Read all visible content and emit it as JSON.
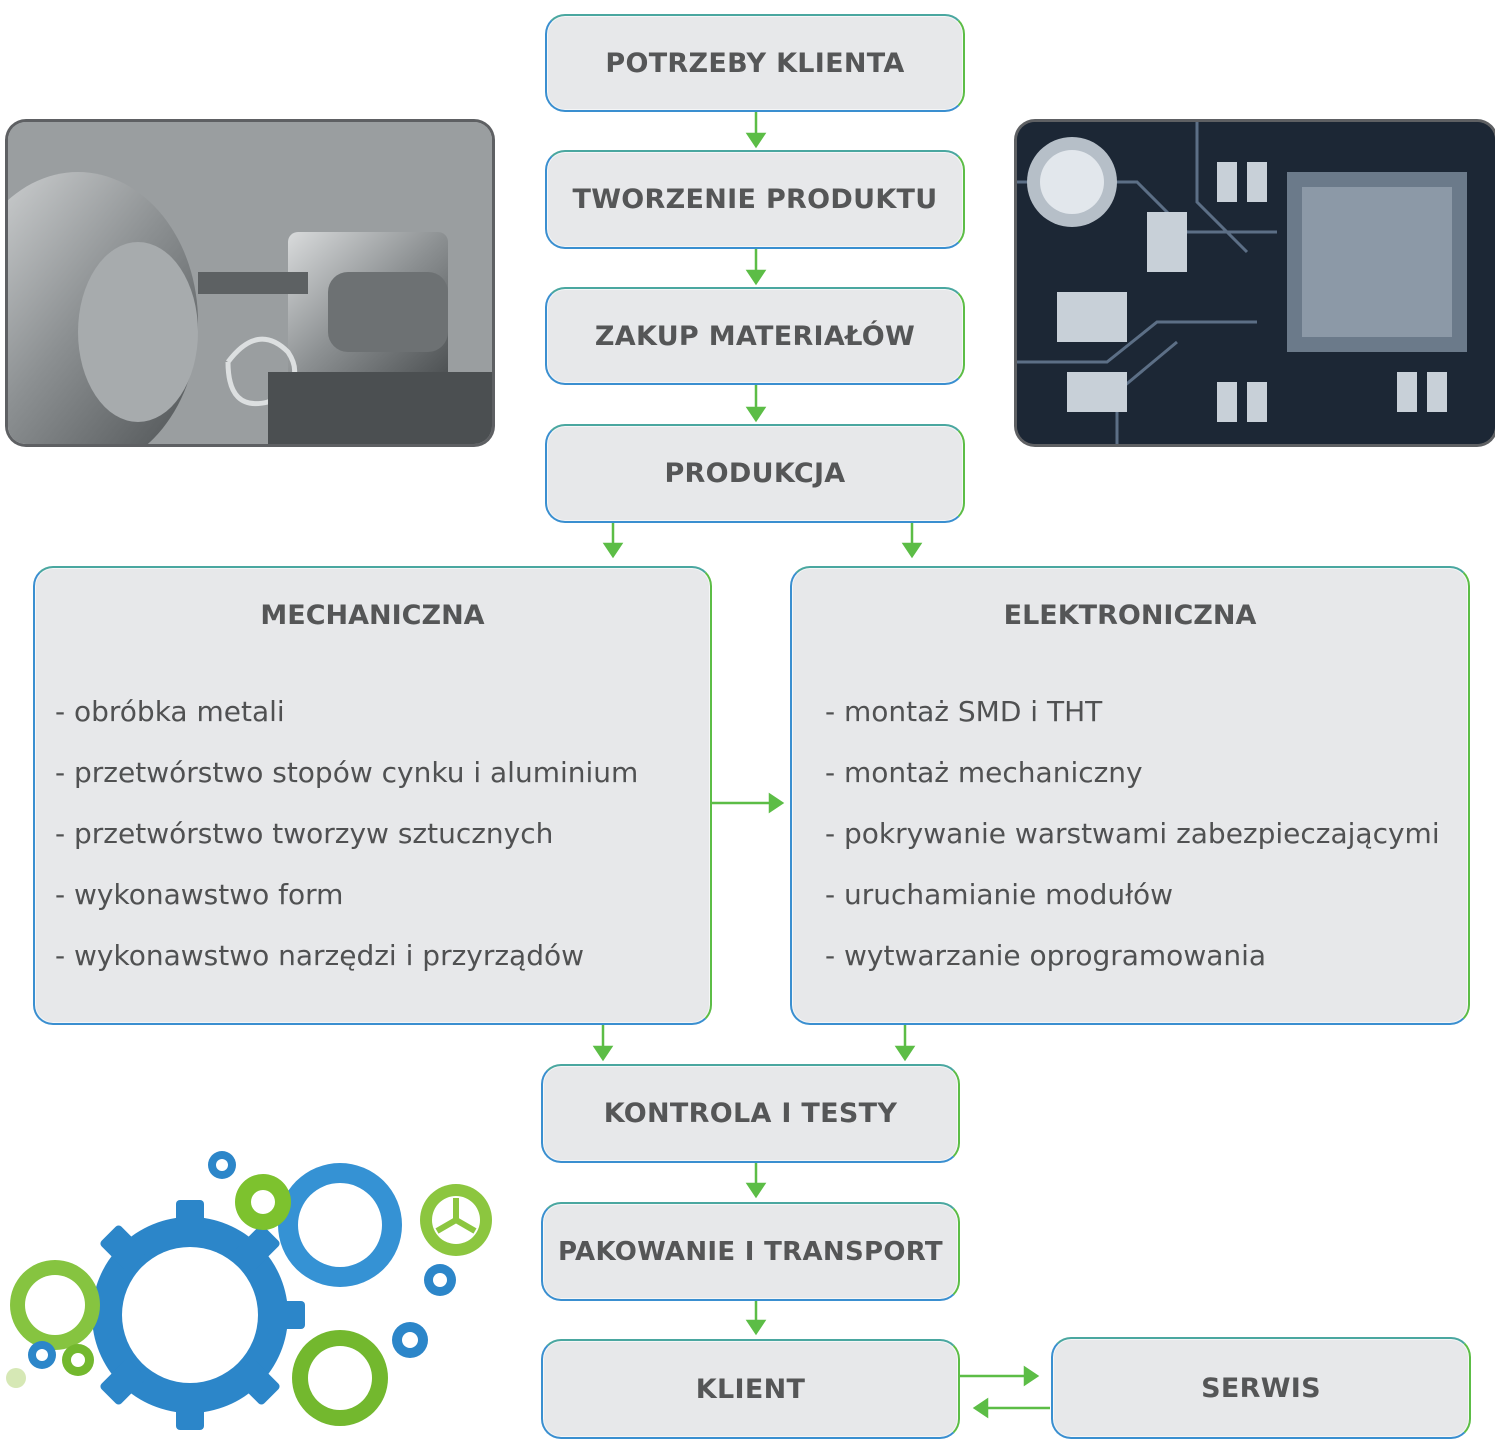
{
  "colors": {
    "arrow": "#5cbd46",
    "box_fill": "#e7e8ea",
    "border_blue": "#3a8fd0",
    "border_green": "#5cbd46",
    "text": "#555657"
  },
  "steps": {
    "potrzeby": "POTRZEBY KLIENTA",
    "tworzenie": "TWORZENIE PRODUKTU",
    "zakup": "ZAKUP MATERIAŁÓW",
    "produkcja": "PRODUKCJA",
    "kontrola": "KONTROLA I TESTY",
    "pakowanie": "PAKOWANIE I TRANSPORT",
    "klient": "KLIENT",
    "serwis": "SERWIS"
  },
  "mechaniczna": {
    "title": "MECHANICZNA",
    "items": [
      "- obróbka metali",
      "- przetwórstwo stopów cynku i aluminium",
      "- przetwórstwo tworzyw sztucznych",
      "- wykonawstwo form",
      "- wykonawstwo narzędzi i przyrządów"
    ]
  },
  "elektroniczna": {
    "title": "ELEKTRONICZNA",
    "items": [
      "- montaż SMD i THT",
      "- montaż mechaniczny",
      "- pokrywanie warstwami zabezpieczającymi",
      "- uruchamianie modułów",
      "- wytwarzanie oprogramowania"
    ]
  },
  "images": {
    "lathe": "lathe-photo",
    "circuit": "circuit-board-photo",
    "gears": "gears-illustration"
  }
}
